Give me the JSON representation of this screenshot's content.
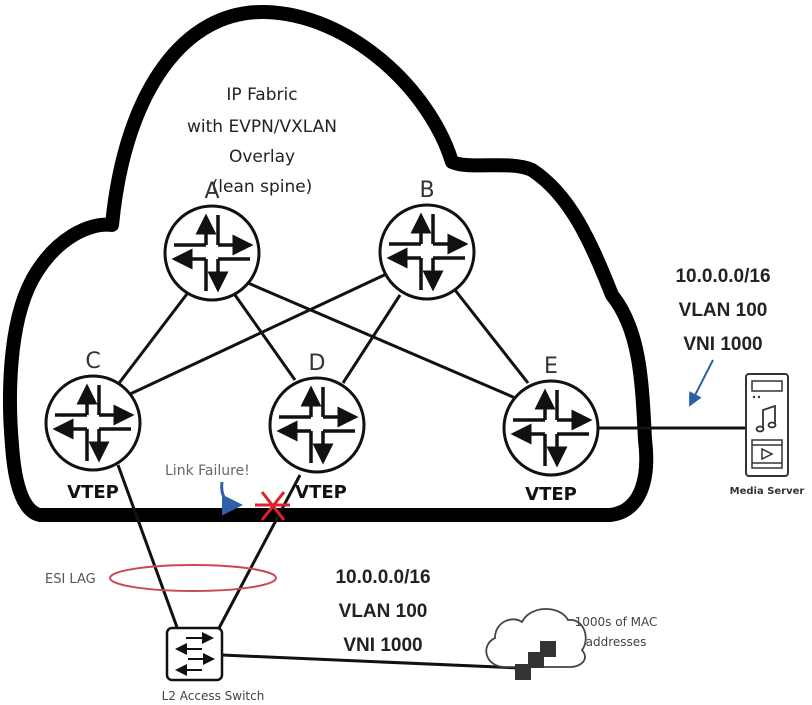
{
  "title": [
    "IP Fabric",
    "with EVPN/VXLAN",
    "Overlay",
    "(lean spine)"
  ],
  "nodes": {
    "A": {
      "label": "A",
      "role": "spine"
    },
    "B": {
      "label": "B",
      "role": "spine"
    },
    "C": {
      "label": "C",
      "role": "leaf",
      "tag": "VTEP"
    },
    "D": {
      "label": "D",
      "role": "leaf",
      "tag": "VTEP"
    },
    "E": {
      "label": "E",
      "role": "leaf",
      "tag": "VTEP"
    }
  },
  "links": [
    [
      "A",
      "C"
    ],
    [
      "A",
      "D"
    ],
    [
      "A",
      "E"
    ],
    [
      "B",
      "C"
    ],
    [
      "B",
      "D"
    ],
    [
      "B",
      "E"
    ]
  ],
  "right_network": {
    "prefix": "10.0.0.0/16",
    "vlan": "VLAN 100",
    "vni": "VNI 1000"
  },
  "bottom_network": {
    "prefix": "10.0.0.0/16",
    "vlan": "VLAN 100",
    "vni": "VNI 1000"
  },
  "media_server": {
    "label": "Media Server"
  },
  "access_switch": {
    "label": "L2 Access Switch"
  },
  "esi_lag": {
    "label": "ESI LAG"
  },
  "link_failure": {
    "label": "Link Failure!"
  },
  "mac_cloud": {
    "label": [
      "1000s of MAC",
      "addresses"
    ]
  },
  "colors": {
    "failure": "#e0202a",
    "arrow": "#2f5fa8",
    "lag": "#c94a55",
    "outline": "#000000"
  }
}
